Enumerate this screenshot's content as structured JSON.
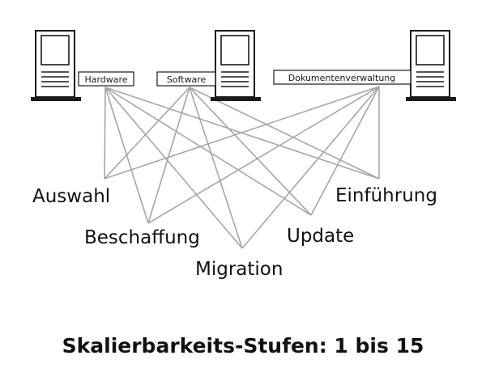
{
  "systems": [
    {
      "id": "hardware",
      "label": "Hardware"
    },
    {
      "id": "software",
      "label": "Software"
    },
    {
      "id": "dokumente",
      "label": "Dokumentenverwaltung"
    }
  ],
  "phases": [
    {
      "id": "auswahl",
      "label": "Auswahl"
    },
    {
      "id": "beschaffung",
      "label": "Beschaffung"
    },
    {
      "id": "migration",
      "label": "Migration"
    },
    {
      "id": "update",
      "label": "Update"
    },
    {
      "id": "einfuehrung",
      "label": "Einführung"
    }
  ],
  "footer": {
    "text": "Skalierbarkeits-Stufen: 1 bis 15"
  },
  "colors": {
    "lines": "#a6a6a6",
    "ink": "#1a1a1a"
  }
}
